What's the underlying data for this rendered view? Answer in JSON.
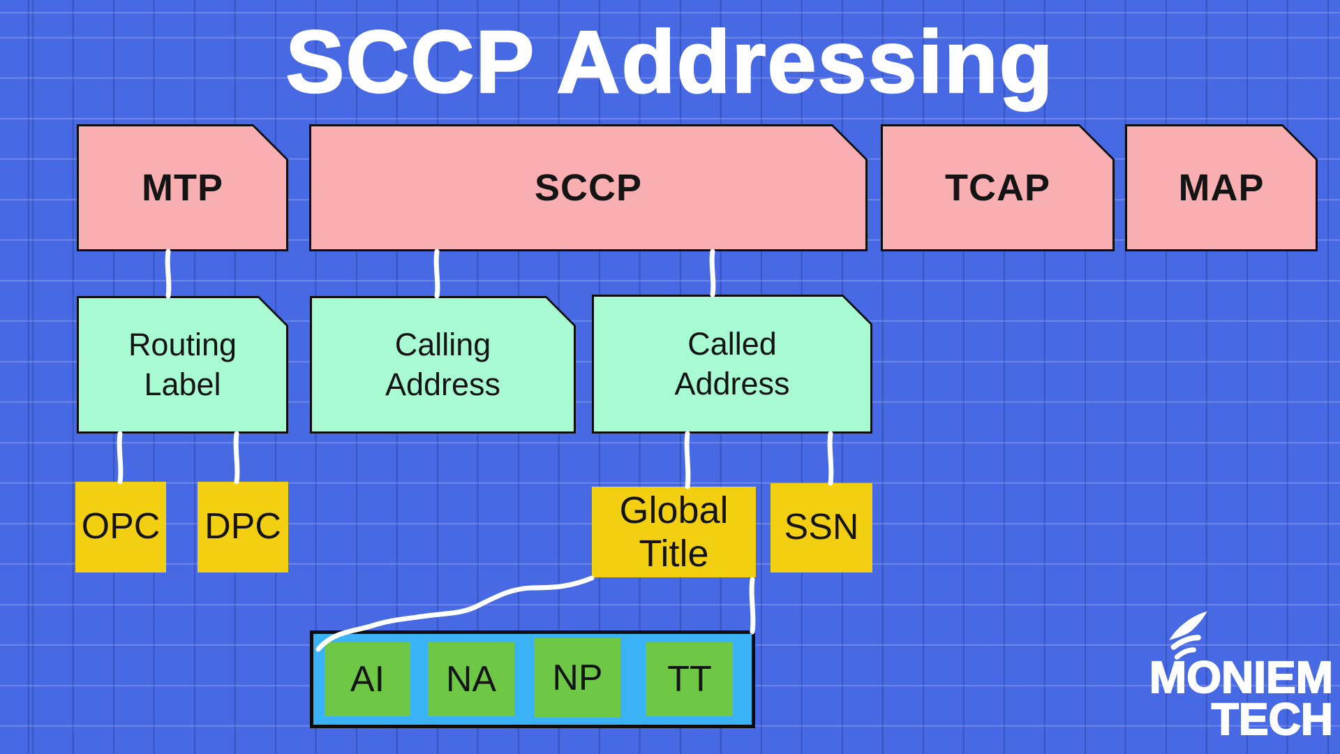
{
  "title": "SCCP Addressing",
  "protocol_layers": [
    {
      "label": "MTP"
    },
    {
      "label": "SCCP"
    },
    {
      "label": "TCAP"
    },
    {
      "label": "MAP"
    }
  ],
  "address_fields": [
    {
      "label": "Routing Label"
    },
    {
      "label": "Calling Address"
    },
    {
      "label": "Called Address"
    }
  ],
  "sub_fields": [
    {
      "label": "OPC"
    },
    {
      "label": "DPC"
    },
    {
      "label": "Global Title"
    },
    {
      "label": "SSN"
    }
  ],
  "global_title_format": [
    {
      "label": "AI"
    },
    {
      "label": "NA"
    },
    {
      "label": "NP"
    },
    {
      "label": "TT"
    }
  ],
  "logo": {
    "icon": "signal-wing-icon",
    "line1": "MONIEM",
    "line2": "TECH"
  },
  "colors": {
    "background": "#4769E3",
    "layer_fill": "#F9AEB2",
    "field_fill": "#A8FAD3",
    "subfield_fill": "#F2CF10",
    "bar_fill": "#3BB1F6",
    "bar_item_fill": "#6EC846",
    "connector": "#FFFFFF",
    "title_text": "#FFFFFF"
  }
}
